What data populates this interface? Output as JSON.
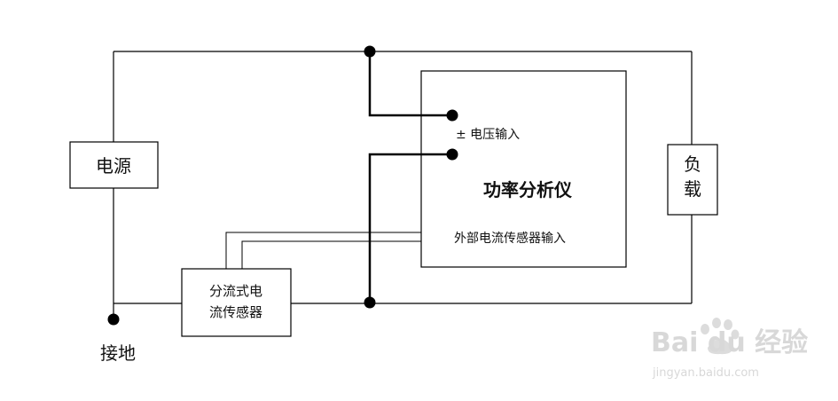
{
  "labels": {
    "power_source": "电源",
    "load_line1": "负",
    "load_line2": "载",
    "analyzer_title": "功率分析仪",
    "voltage_input": "± 电压输入",
    "external_sensor_input": "外部电流传感器输入",
    "shunt_line1": "分流式电",
    "shunt_line2": "流传感器",
    "ground": "接地"
  },
  "watermark": {
    "logo_text": "Bai du 经验",
    "url": "jingyan.baidu.com"
  }
}
